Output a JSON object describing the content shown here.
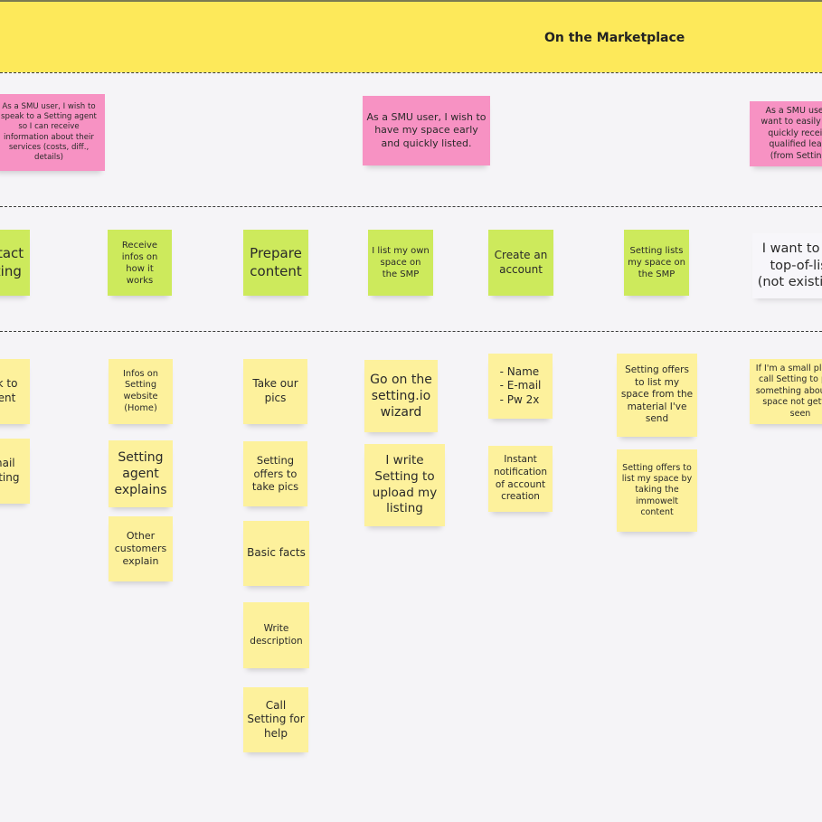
{
  "banner": {
    "title": "On the Marketplace"
  },
  "stories": [
    "As a SMU user, I wish to speak to a Setting agent so I can receive information about their services (costs, diff., details)",
    "As a SMU user, I wish to have my space early and quickly listed.",
    "As a SMU user, I want to easily and quickly receive qualified leads (from Setting)"
  ],
  "activities": [
    "Contact Setting",
    "Receive infos on how it works",
    "Prepare content",
    "I list my own space on the SMP",
    "Create an account",
    "Setting lists my space on the SMP",
    "I want to be top-of-list (not existing)"
  ],
  "details": {
    "col0": [
      "Talk to agent",
      "Email Setting"
    ],
    "col1": [
      "Infos on Setting website (Home)",
      "Setting agent explains",
      "Other customers explain"
    ],
    "col2": [
      "Take our pics",
      "Setting offers to take pics",
      "Basic facts",
      "Write description",
      "Call Setting for help"
    ],
    "col3": [
      "Go on the setting.io wizard",
      "I write Setting to upload my listing"
    ],
    "col4": [
      "- Name\n- E-mail\n- Pw 2x",
      "Instant notification of account creation"
    ],
    "col5": [
      "Setting offers to list my space from the material I've send",
      "Setting offers to list my space by taking the immowelt content"
    ],
    "col6": [
      "If I'm a small place, I call Setting to push something about my space not getting seen"
    ]
  },
  "colors": {
    "banner": "#fde95a",
    "story": "#f792c3",
    "activity": "#cdea5c",
    "detail": "#fdf19c"
  }
}
